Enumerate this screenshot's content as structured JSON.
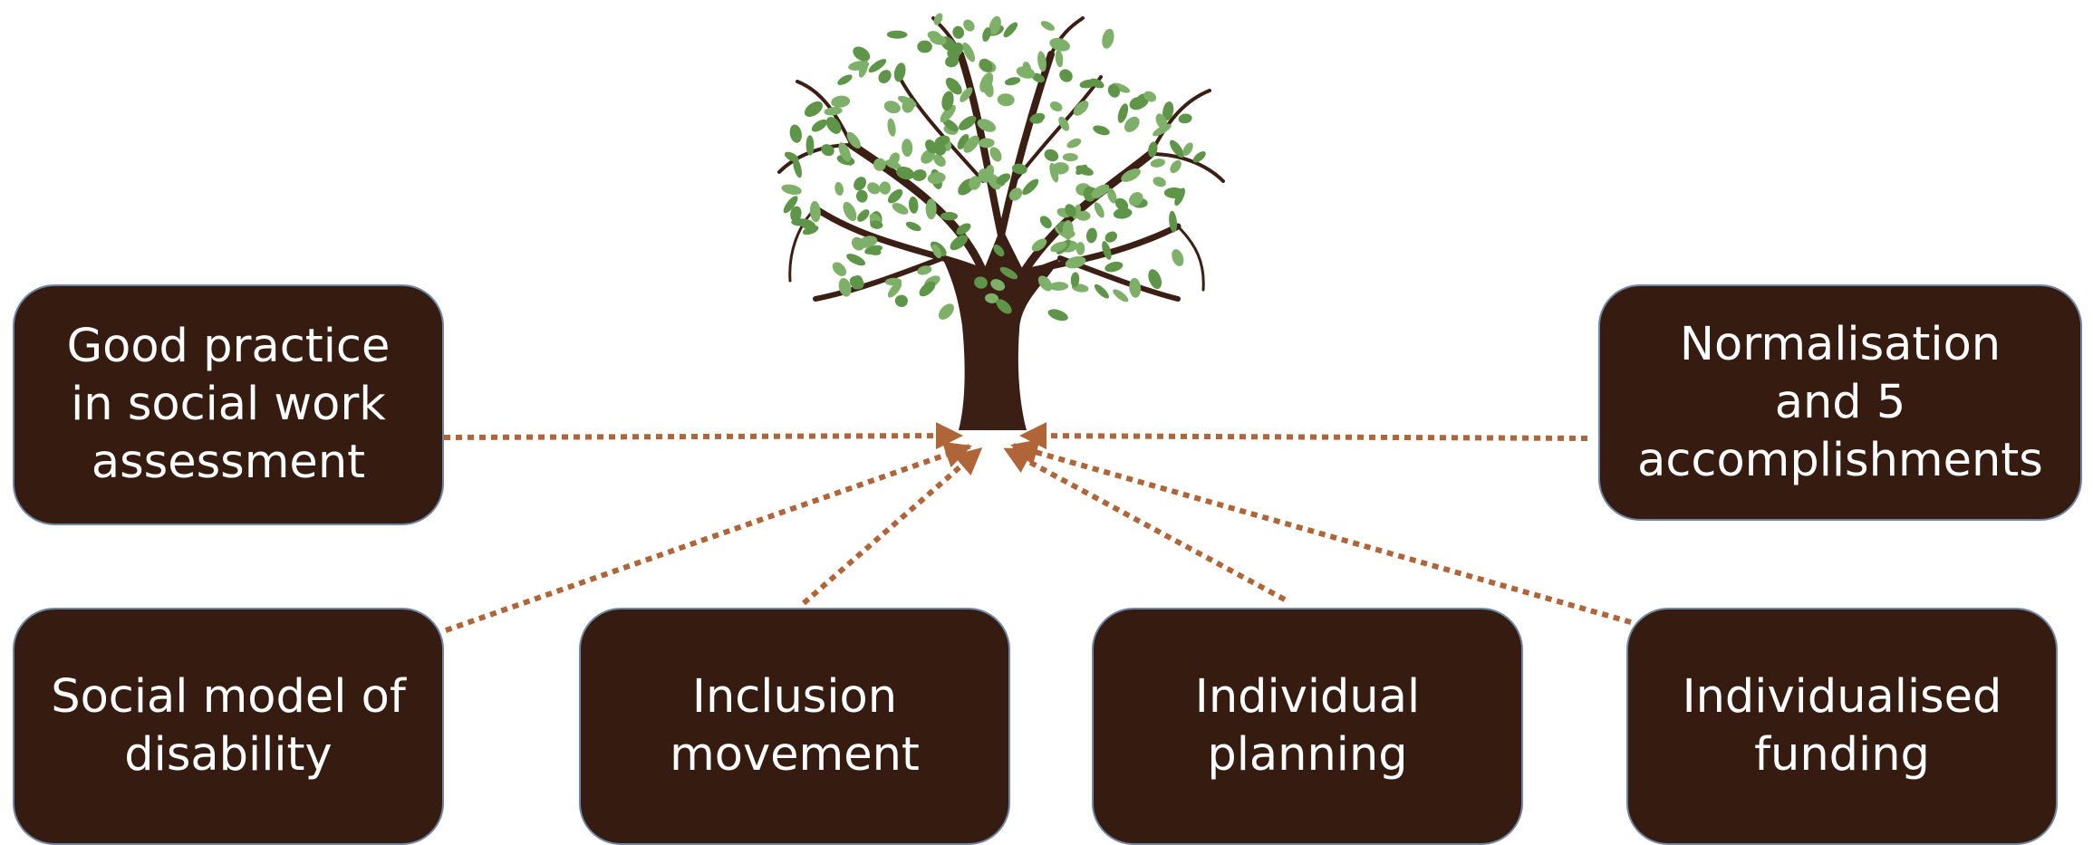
{
  "colors": {
    "box_fill": "#361c10",
    "box_border": "#6f87a4",
    "box_text": "#ffffff",
    "connector": "#b06538",
    "trunk": "#3b1f14",
    "leaf_light": "#7fb069",
    "leaf_dark": "#5f9548"
  },
  "diagram": {
    "center_icon": "tree-icon",
    "nodes": {
      "good_practice": "Good practice\nin social work\nassessment",
      "normalisation": "Normalisation\nand 5\naccomplishments",
      "social_model": "Social model of\ndisability",
      "inclusion": "Inclusion\nmovement",
      "planning": "Individual\nplanning",
      "funding": "Individualised\nfunding"
    }
  }
}
